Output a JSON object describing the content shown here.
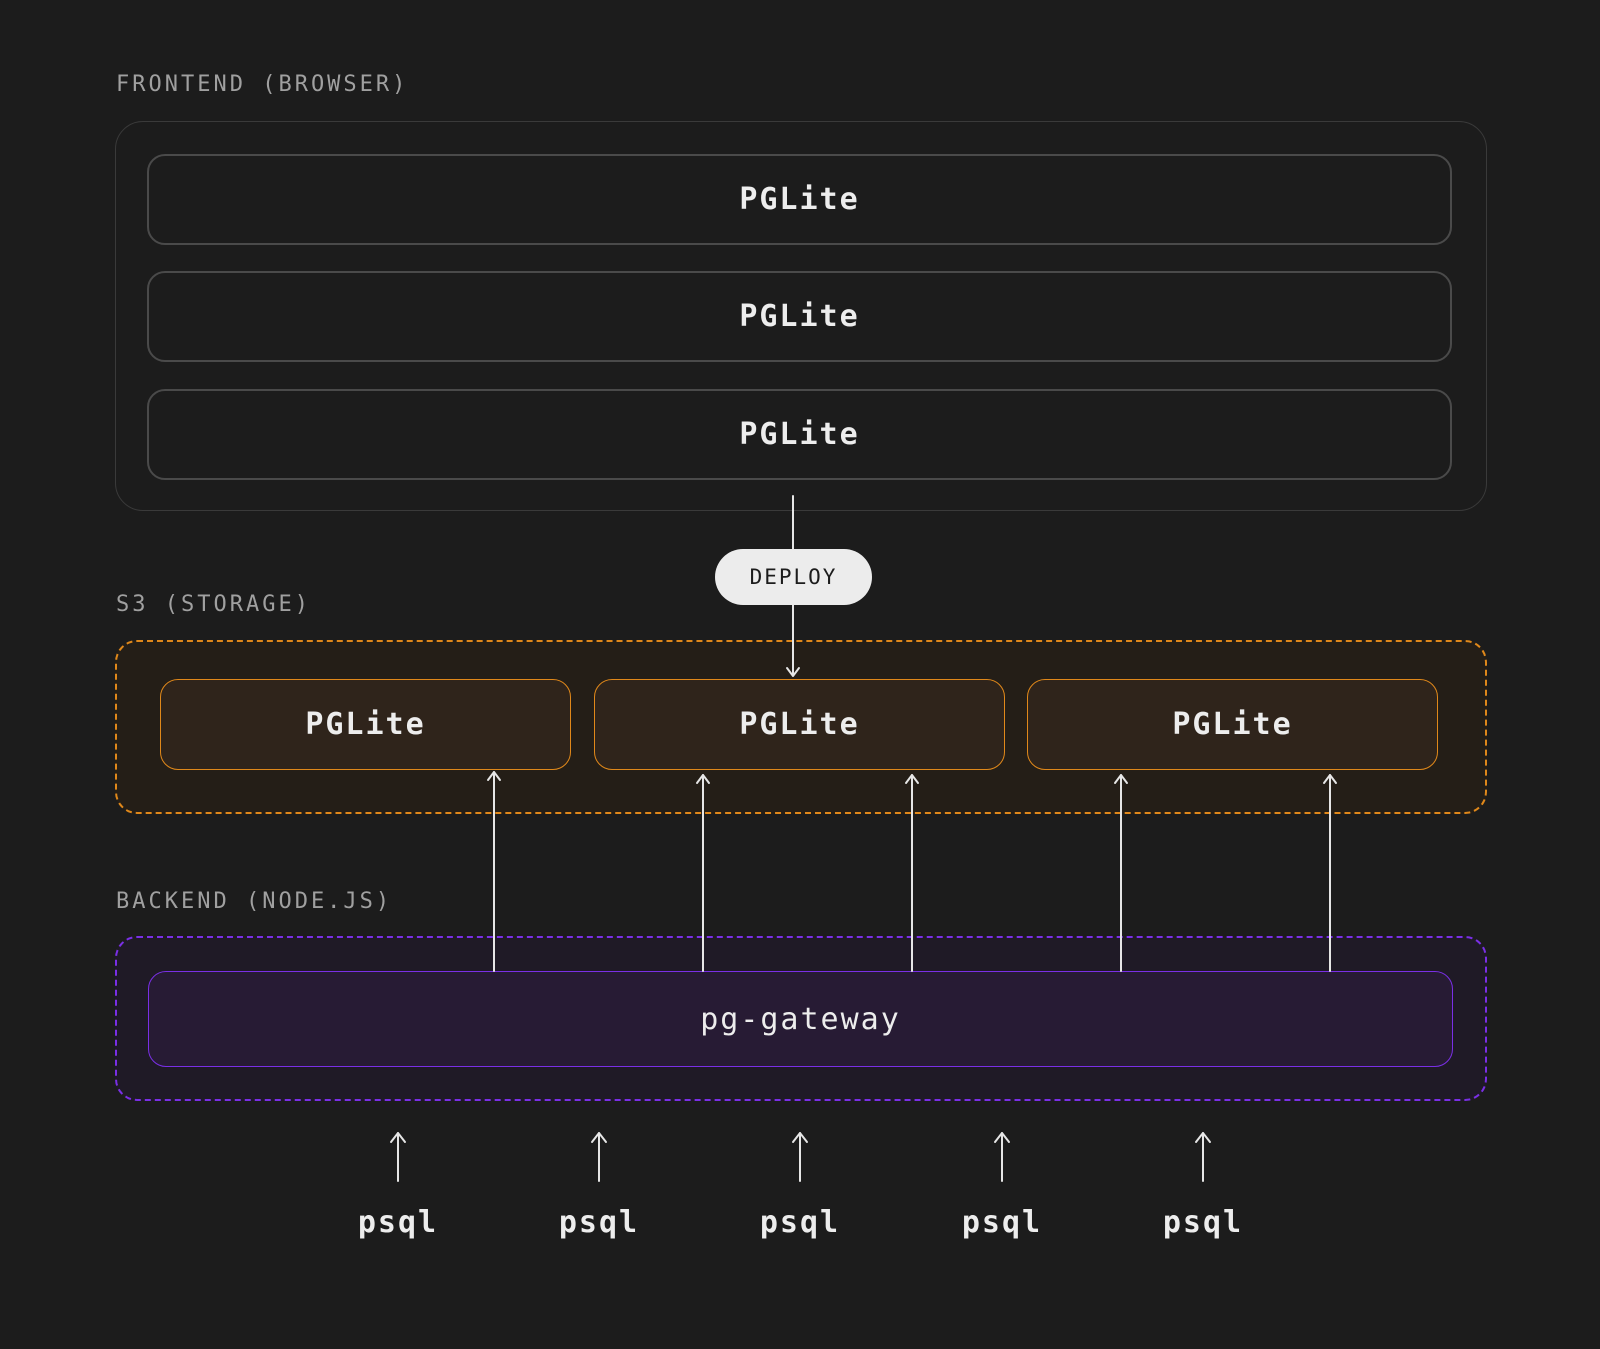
{
  "sections": {
    "frontend": {
      "label": "FRONTEND (BROWSER)"
    },
    "storage": {
      "label": "S3 (STORAGE)"
    },
    "backend": {
      "label": "BACKEND (NODE.JS)"
    }
  },
  "frontend_instances": [
    "PGLite",
    "PGLite",
    "PGLite"
  ],
  "storage_instances": [
    "PGLite",
    "PGLite",
    "PGLite"
  ],
  "deploy_label": "DEPLOY",
  "gateway_label": "pg-gateway",
  "clients": [
    "psql",
    "psql",
    "psql",
    "psql",
    "psql"
  ],
  "colors": {
    "background": "#1c1c1c",
    "storage_accent": "#e0881a",
    "backend_accent": "#7a2fe6",
    "deploy_pill": "#ececec"
  }
}
